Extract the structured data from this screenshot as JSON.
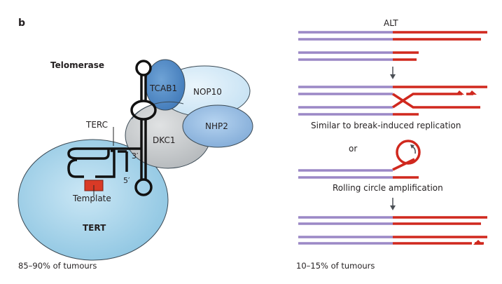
{
  "panel_label": "b",
  "left": {
    "title": "Telomerase",
    "proteins": {
      "tcab1": "TCAB1",
      "nop10": "NOP10",
      "nhp2": "NHP2",
      "dkc1": "DKC1",
      "tert": "TERT"
    },
    "rna_label": "TERC",
    "end_3": "3′",
    "end_5": "5′",
    "template_label": "Template",
    "caption": "85–90% of tumours"
  },
  "right": {
    "title": "ALT",
    "step1_label": "Similar to break-induced replication",
    "or_label": "or",
    "step2_label": "Rolling circle amplification",
    "caption": "10–15% of tumours"
  },
  "colors": {
    "tert": "#a8d4ea",
    "dkc1": "#c9ccce",
    "tcab1": "#4f8cc9",
    "nop10": "#d6ebf7",
    "nhp2": "#9ec2e6",
    "template": "#d93a26",
    "chromosome": "#9b88c6",
    "telomere": "#d0281e",
    "arrow": "#4a4f55"
  }
}
